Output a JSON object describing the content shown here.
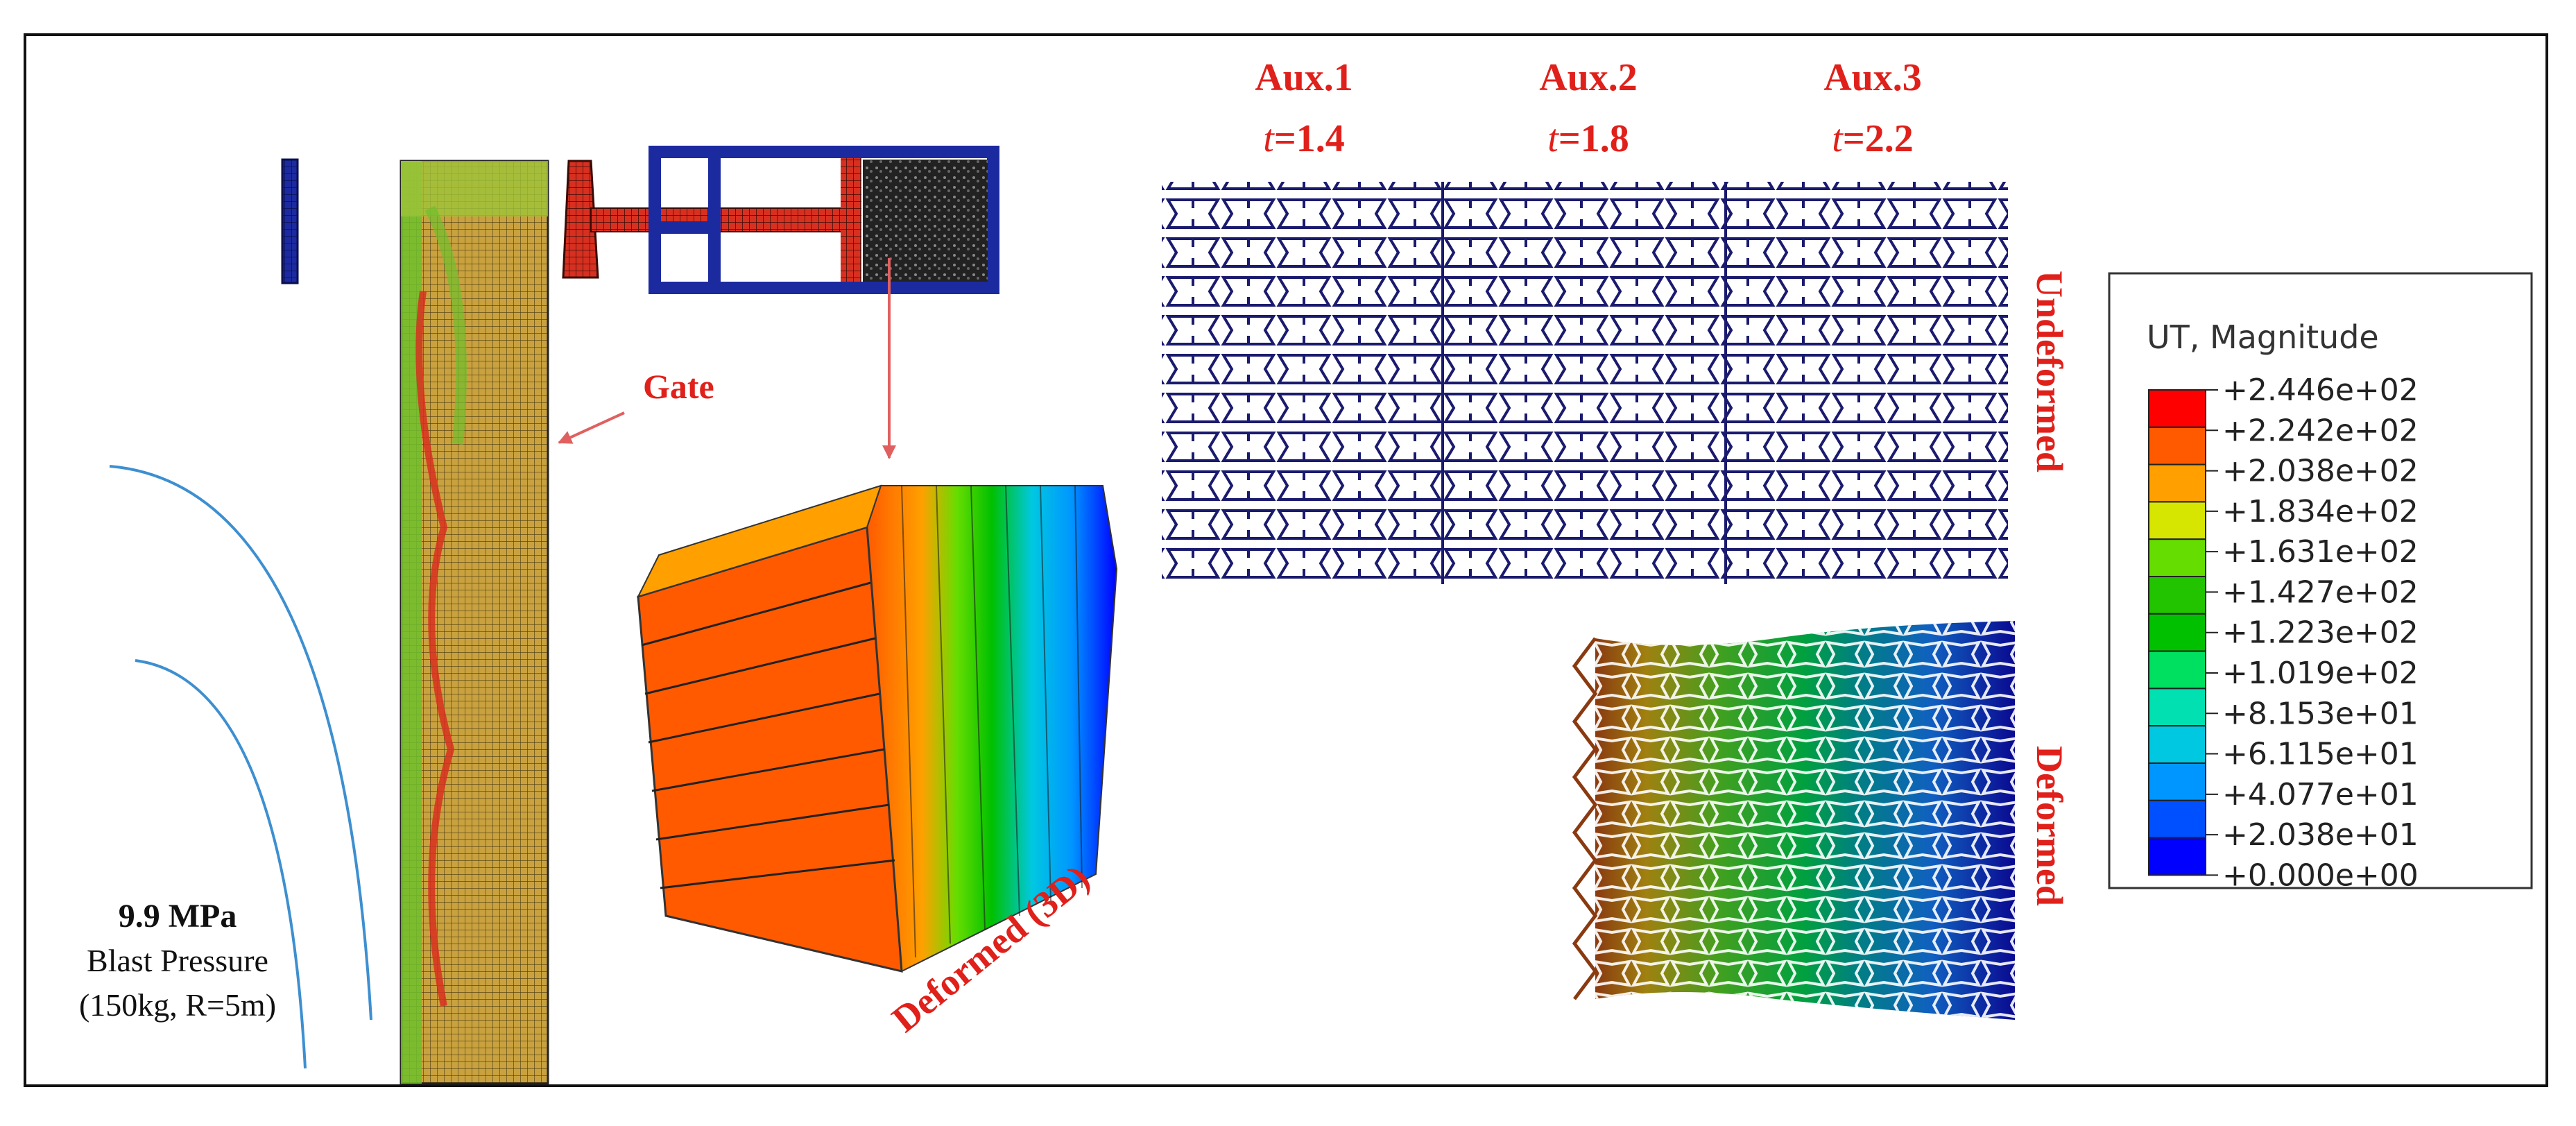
{
  "blast": {
    "pressure": "9.9 MPa",
    "label": "Blast Pressure",
    "condition": "(150kg, R=5m)"
  },
  "labels": {
    "gate": "Gate",
    "deformed_3d": "Deformed (3D)",
    "undeformed": "Undeformed",
    "deformed": "Deformed"
  },
  "aux_columns": [
    {
      "name": "Aux.1",
      "t_symbol": "t",
      "t_value": "=1.4"
    },
    {
      "name": "Aux.2",
      "t_symbol": "t",
      "t_value": "=1.8"
    },
    {
      "name": "Aux.3",
      "t_symbol": "t",
      "t_value": "=2.2"
    }
  ],
  "legend": {
    "title": "UT, Magnitude",
    "values": [
      "+2.446e+02",
      "+2.242e+02",
      "+2.038e+02",
      "+1.834e+02",
      "+1.631e+02",
      "+1.427e+02",
      "+1.223e+02",
      "+1.019e+02",
      "+8.153e+01",
      "+6.115e+01",
      "+4.077e+01",
      "+2.038e+01",
      "+0.000e+00"
    ],
    "colors": [
      "#ff0000",
      "#ff5a00",
      "#ffa000",
      "#d7e600",
      "#66dd00",
      "#22c400",
      "#00c000",
      "#00e060",
      "#00e0b0",
      "#00c8e0",
      "#0096ff",
      "#0050ff",
      "#0000ff"
    ]
  },
  "colors": {
    "accent_red": "#e0201a",
    "frame_blue": "#1c2aa0",
    "mesh_navy": "#1a1a6e",
    "blast_wave": "#3d8fd0",
    "gate_fill": "#c9a23f"
  }
}
